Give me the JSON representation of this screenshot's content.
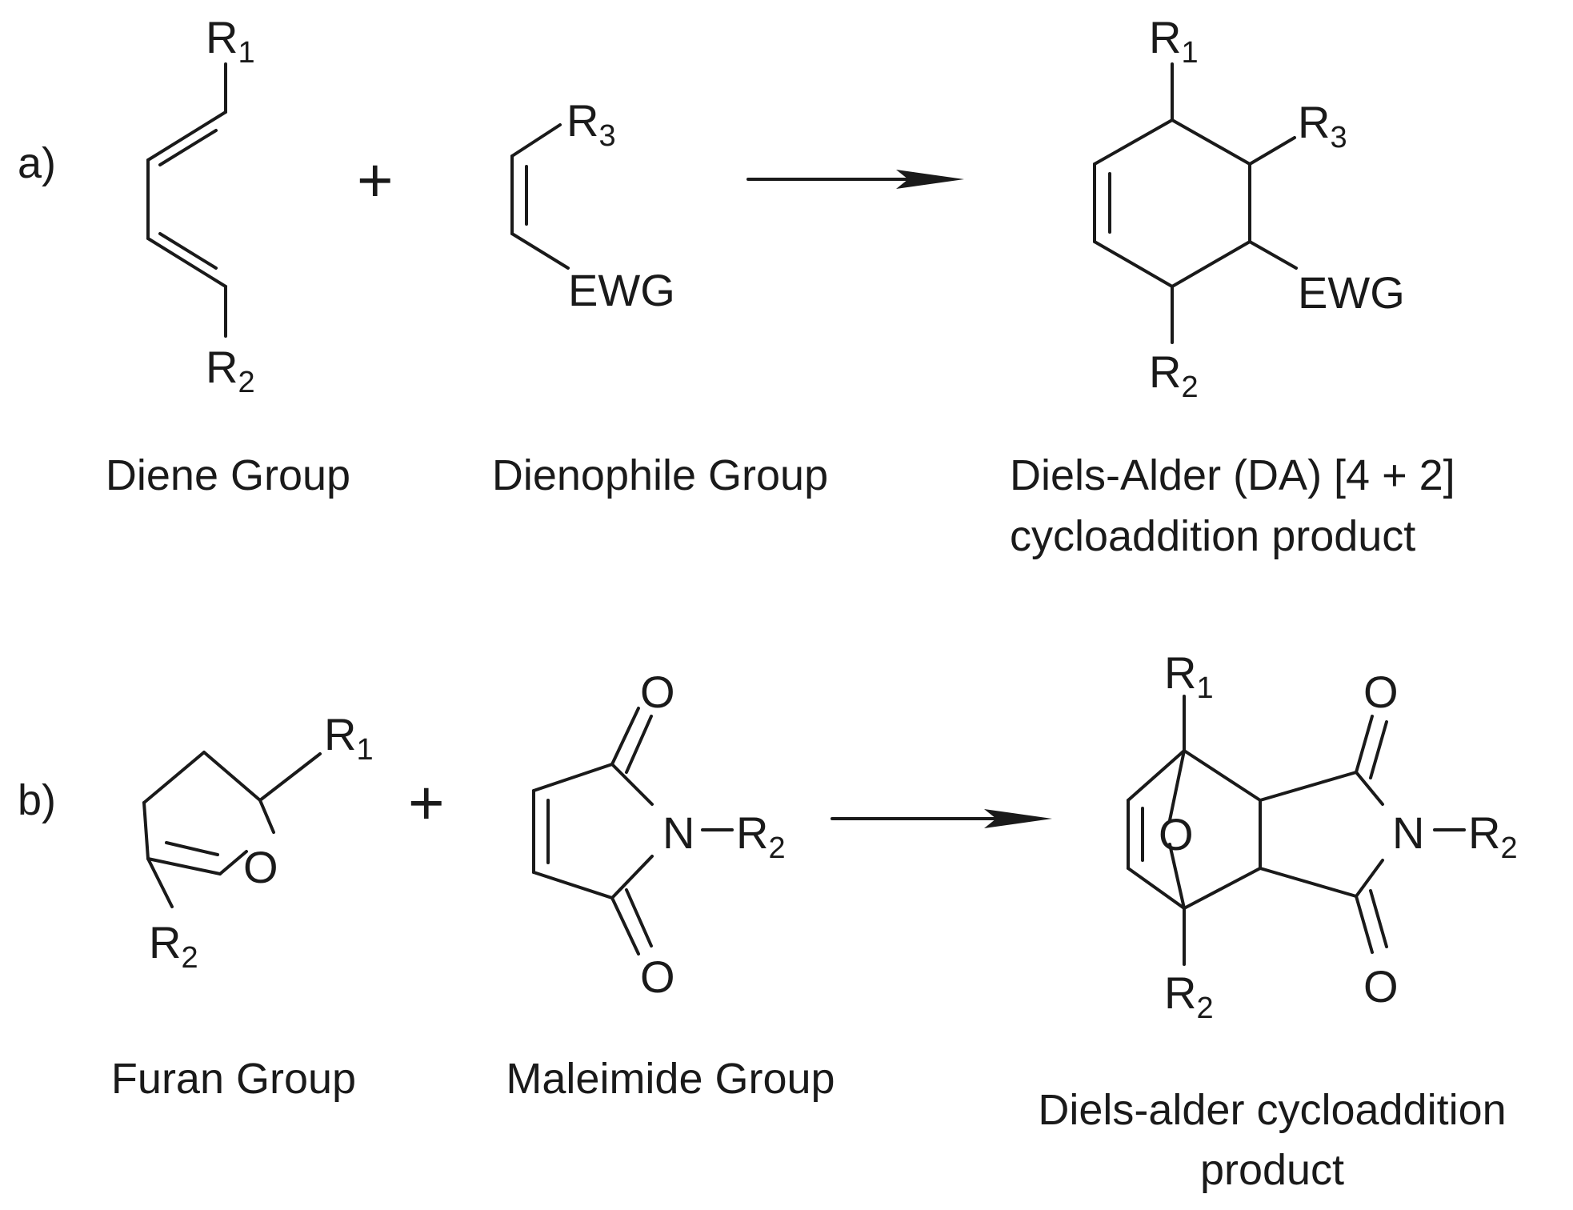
{
  "panels": {
    "a": "a)",
    "b": "b)"
  },
  "plus": "+",
  "atoms": {
    "R": "R",
    "one": "1",
    "two": "2",
    "three": "3",
    "EWG": "EWG",
    "O": "O",
    "N": "N"
  },
  "captions": {
    "diene": "Diene Group",
    "dienophile": "Dienophile Group",
    "da_product_line1": "Diels-Alder (DA) [4 + 2]",
    "da_product_line2": "cycloaddition product",
    "furan": "Furan Group",
    "maleimide": "Maleimide Group",
    "fm_product_line1": "Diels-alder cycloaddition",
    "fm_product_line2": "product"
  }
}
